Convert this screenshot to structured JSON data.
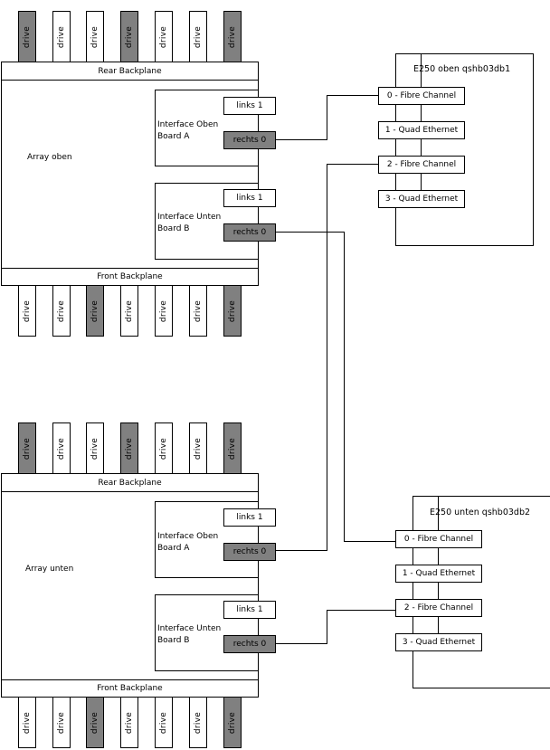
{
  "arrays": [
    {
      "label": "Array oben",
      "rear_backplane": "Rear Backplane",
      "front_backplane": "Front Backplane",
      "rear_drives": [
        {
          "label": "drive",
          "state": "gray"
        },
        {
          "label": "drive",
          "state": "white"
        },
        {
          "label": "drive",
          "state": "white"
        },
        {
          "label": "drive",
          "state": "gray"
        },
        {
          "label": "drive",
          "state": "white"
        },
        {
          "label": "drive",
          "state": "white"
        },
        {
          "label": "drive",
          "state": "gray"
        }
      ],
      "front_drives": [
        {
          "label": "drive",
          "state": "white"
        },
        {
          "label": "drive",
          "state": "white"
        },
        {
          "label": "drive",
          "state": "gray"
        },
        {
          "label": "drive",
          "state": "white"
        },
        {
          "label": "drive",
          "state": "white"
        },
        {
          "label": "drive",
          "state": "white"
        },
        {
          "label": "drive",
          "state": "gray"
        }
      ],
      "boards": [
        {
          "label_line1": "Interface Oben",
          "label_line2": "Board A",
          "port_links": "links 1",
          "port_rechts": "rechts 0"
        },
        {
          "label_line1": "Interface Unten",
          "label_line2": "Board B",
          "port_links": "links 1",
          "port_rechts": "rechts 0"
        }
      ]
    },
    {
      "label": "Array unten",
      "rear_backplane": "Rear Backplane",
      "front_backplane": "Front Backplane",
      "rear_drives": [
        {
          "label": "drive",
          "state": "gray"
        },
        {
          "label": "drive",
          "state": "white"
        },
        {
          "label": "drive",
          "state": "white"
        },
        {
          "label": "drive",
          "state": "gray"
        },
        {
          "label": "drive",
          "state": "white"
        },
        {
          "label": "drive",
          "state": "white"
        },
        {
          "label": "drive",
          "state": "gray"
        }
      ],
      "front_drives": [
        {
          "label": "drive",
          "state": "white"
        },
        {
          "label": "drive",
          "state": "white"
        },
        {
          "label": "drive",
          "state": "gray"
        },
        {
          "label": "drive",
          "state": "white"
        },
        {
          "label": "drive",
          "state": "white"
        },
        {
          "label": "drive",
          "state": "white"
        },
        {
          "label": "drive",
          "state": "gray"
        }
      ],
      "boards": [
        {
          "label_line1": "Interface Oben",
          "label_line2": "Board A",
          "port_links": "links 1",
          "port_rechts": "rechts 0"
        },
        {
          "label_line1": "Interface Unten",
          "label_line2": "Board B",
          "port_links": "links 1",
          "port_rechts": "rechts 0"
        }
      ]
    }
  ],
  "servers": [
    {
      "title": "E250 oben qshb03db1",
      "slots": [
        "0 - Fibre Channel",
        "1 - Quad Ethernet",
        "2 - Fibre Channel",
        "3 - Quad Ethernet"
      ]
    },
    {
      "title": "E250 unten qshb03db2",
      "slots": [
        "0 - Fibre Channel",
        "1 - Quad Ethernet",
        "2 - Fibre Channel",
        "3 - Quad Ethernet"
      ]
    }
  ],
  "connections": [
    {
      "from": "Array oben / Interface Oben Board A / rechts 0",
      "to": "E250 oben qshb03db1 / 0 - Fibre Channel"
    },
    {
      "from": "Array oben / Interface Unten Board B / rechts 0",
      "to": "E250 unten qshb03db2 / 0 - Fibre Channel"
    },
    {
      "from": "Array unten / Interface Oben Board A / rechts 0",
      "to": "E250 oben qshb03db1 / 2 - Fibre Channel"
    },
    {
      "from": "Array unten / Interface Unten Board B / rechts 0",
      "to": "E250 unten qshb03db2 / 2 - Fibre Channel"
    }
  ],
  "colors": {
    "drive_active": "#808080",
    "port_active": "#808080",
    "line": "#000000",
    "background": "#ffffff"
  }
}
